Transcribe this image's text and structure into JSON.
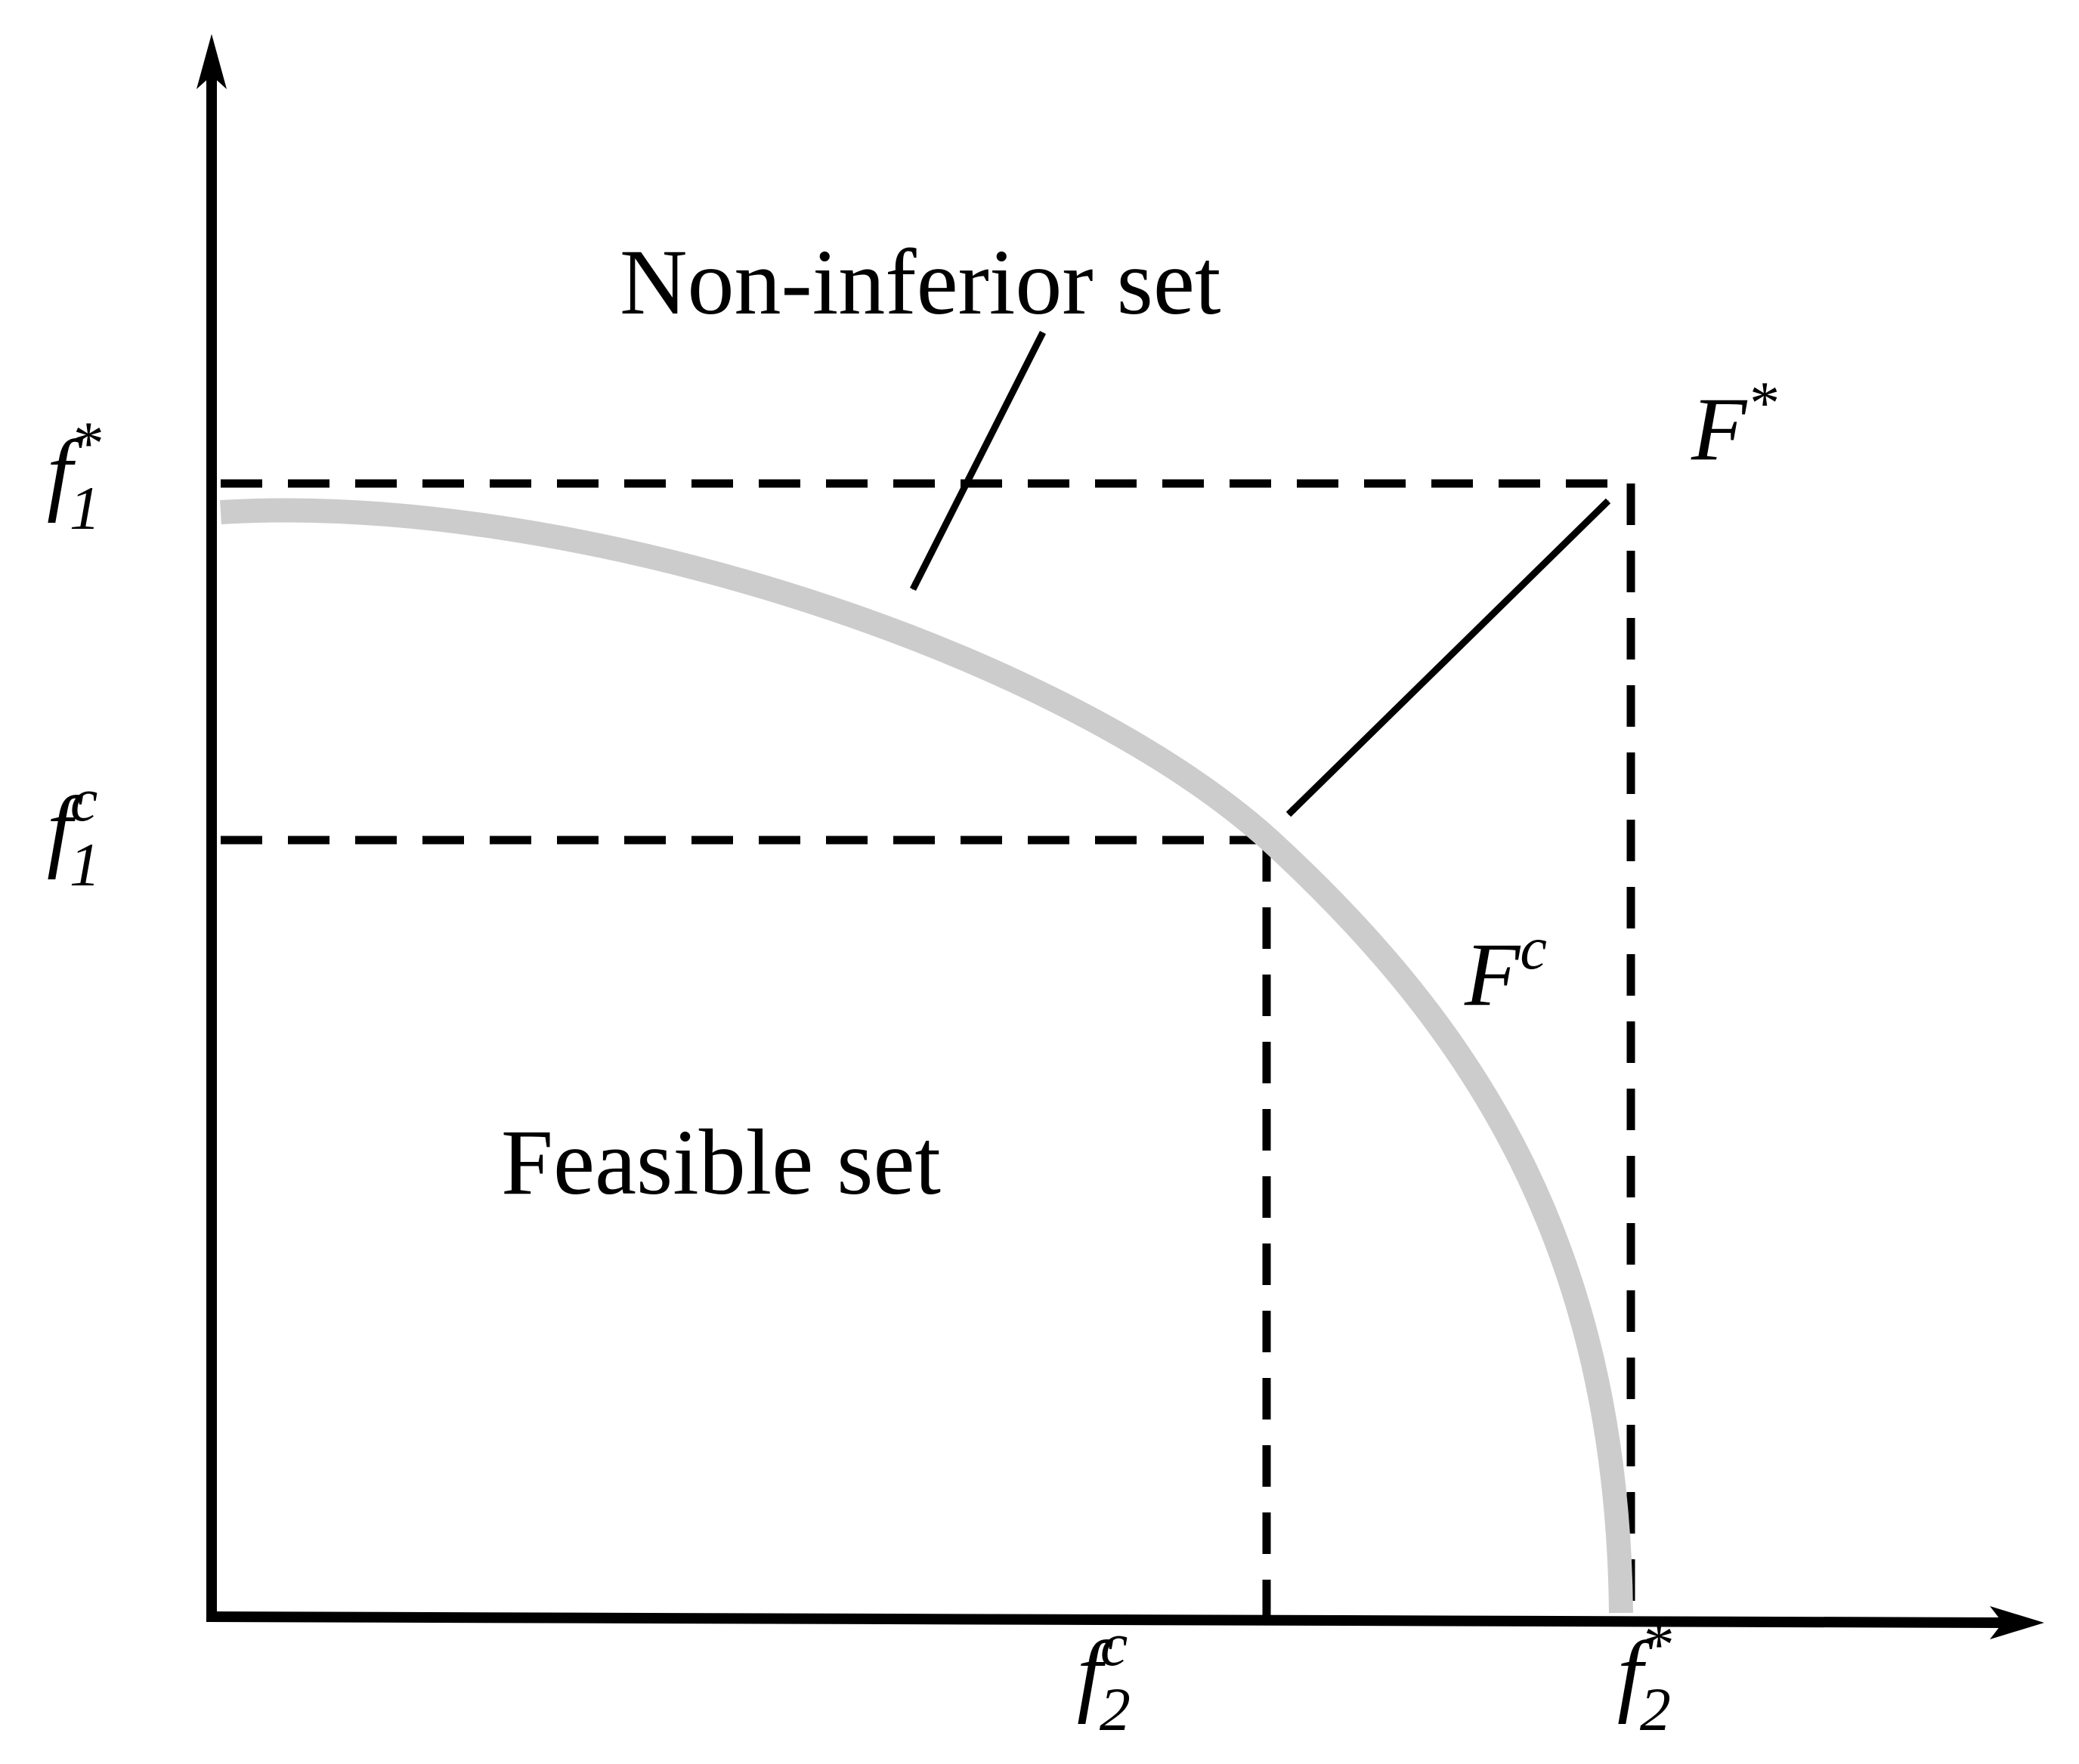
{
  "colors": {
    "ink": "#000000",
    "frontier": "#cccccc",
    "background": "#ffffff"
  },
  "annotations": {
    "non_inferior": "Non-inferior set",
    "feasible": "Feasible set"
  },
  "points": {
    "ideal": {
      "base": "F",
      "sup": "*"
    },
    "compromise": {
      "base": "F",
      "sup": "c"
    }
  },
  "y_ticks": {
    "f1_star": {
      "base": "f",
      "sub": "1",
      "sup": "*"
    },
    "f1_c": {
      "base": "f",
      "sub": "1",
      "sup": "c"
    }
  },
  "x_ticks": {
    "f2_c": {
      "base": "f",
      "sub": "2",
      "sup": "c"
    },
    "f2_star": {
      "base": "f",
      "sub": "2",
      "sup": "*"
    }
  }
}
